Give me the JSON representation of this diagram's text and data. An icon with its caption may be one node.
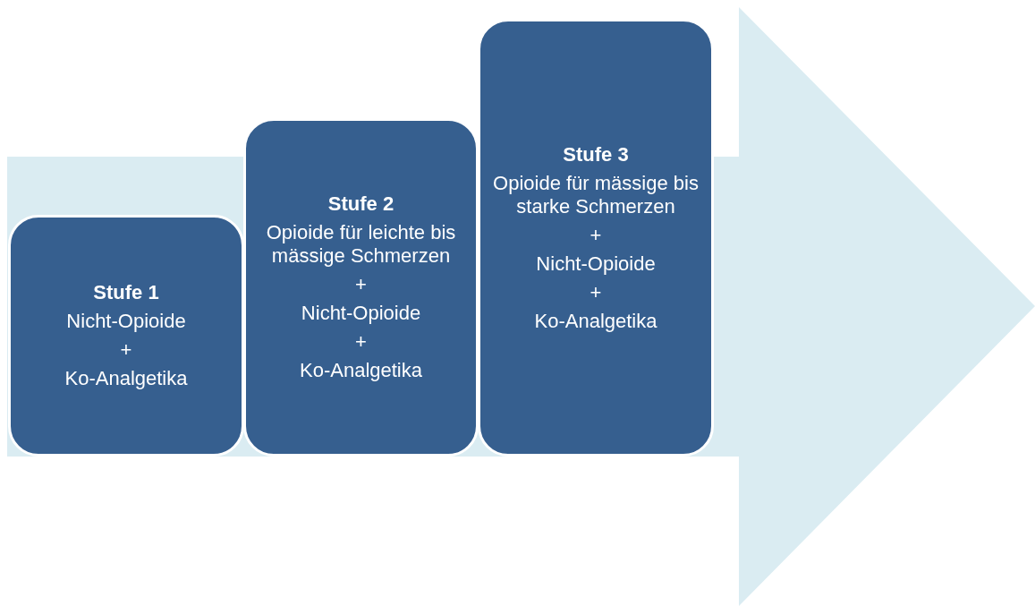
{
  "diagram": {
    "nodes": [
      {
        "text": [
          "Stufe 1",
          "Nicht-Opioide",
          "+",
          "Ko-Analgetika"
        ]
      },
      {
        "text": [
          "Stufe 2",
          "Opioide für leichte bis mässige Schmerzen",
          "+",
          "Nicht-Opioide",
          "+",
          "Ko-Analgetika"
        ]
      },
      {
        "text": [
          "Stufe 3",
          "Opioide für mässige bis starke Schmerzen",
          "+",
          "Nicht-Opioide",
          "+",
          "Ko-Analgetika"
        ]
      }
    ]
  }
}
